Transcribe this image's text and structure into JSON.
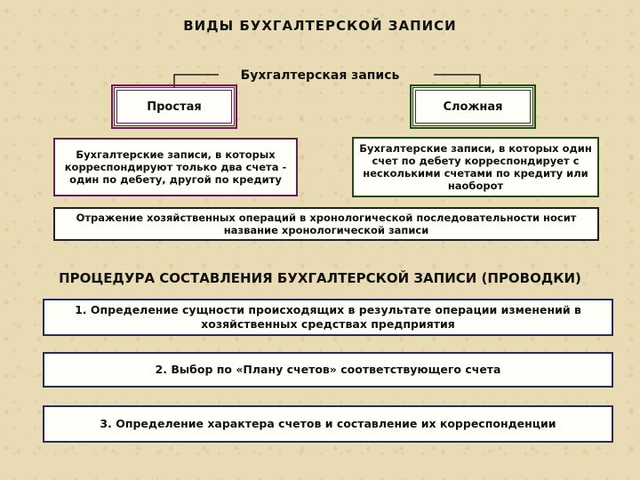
{
  "title": "ВИДЫ БУХГАЛТЕРСКОЙ ЗАПИСИ",
  "root": "Бухгалтерская запись",
  "types": {
    "simple": {
      "label": "Простая",
      "description": "Бухгалтерские записи, в которых корреспондируют только два счета - один по дебету, другой по кредиту"
    },
    "complex": {
      "label": "Сложная",
      "description": "Бухгалтерские записи, в которых один счет по дебету корреспондирует с несколькими счетами по кредиту или наоборот"
    }
  },
  "chronological_note": "Отражение хозяйственных операций в хронологической последовательности носит название хронологической записи",
  "procedure": {
    "title": "ПРОЦЕДУРА СОСТАВЛЕНИЯ БУХГАЛТЕРСКОЙ ЗАПИСИ (ПРОВОДКИ)",
    "steps": [
      "1. Определение сущности происходящих в результате операции изменений в хозяйственных средствах предприятия",
      "2. Выбор по «Плану счетов» соответствующего счета",
      "3. Определение характера счетов и составление их корреспонденции"
    ]
  },
  "colors": {
    "background": "#e9dcb5",
    "simple_border": "#6b1b55",
    "complex_border": "#1f4d12",
    "step_border": "#2b2b5c"
  }
}
